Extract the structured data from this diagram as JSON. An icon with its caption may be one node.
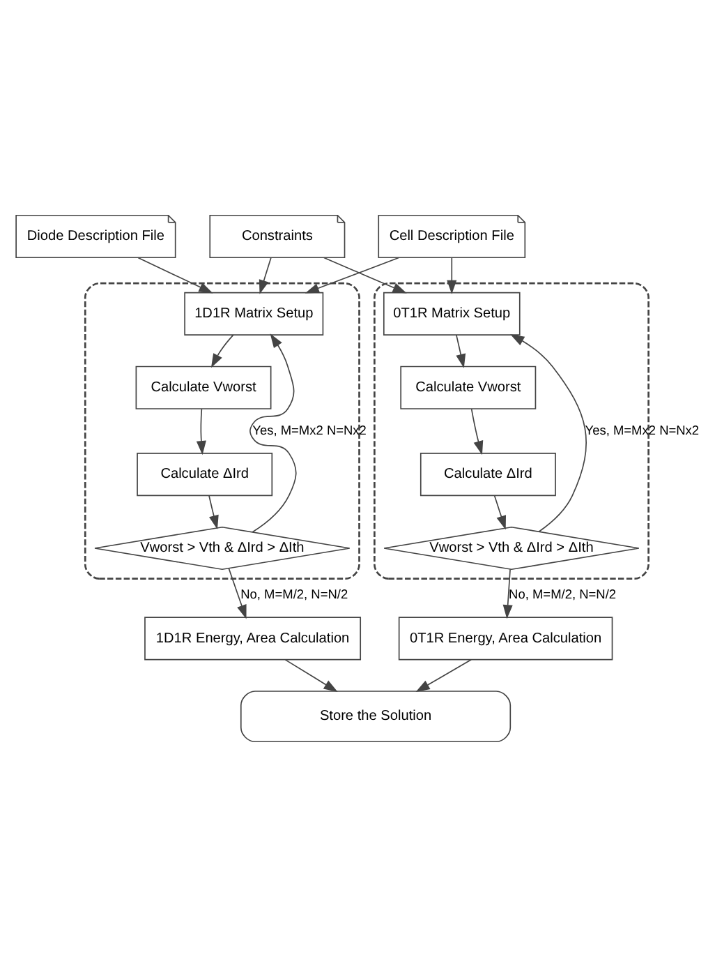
{
  "diagram": {
    "nodes": [
      {
        "text": [
          "Cell Description File"
        ]
      },
      {
        "text": [
          "Constraints"
        ]
      },
      {
        "text": [
          "Diode Description File"
        ]
      },
      {
        "text": [],
        "shape": "box"
      },
      {
        "text": [
          "0T1R Matrix Setup"
        ],
        "in": 3
      },
      {
        "text": [
          "Calculate Vworst"
        ],
        "in": 3
      },
      {
        "text": [
          "Calculate ΔIrd"
        ],
        "in": 3
      },
      {
        "text": [
          "Vworst > Vth & ΔIrd > ΔIth"
        ],
        "in": 3
      },
      {
        "text": [],
        "shape": "box"
      },
      {
        "text": [
          "1D1R Matrix Setup"
        ],
        "in": 8
      },
      {
        "text": [
          "Calculate Vworst"
        ],
        "in": 8
      },
      {
        "text": [
          "Calculate ΔIrd"
        ],
        "in": 8
      },
      {
        "text": [
          "Vworst > Vth & ΔIrd > ΔIth"
        ],
        "in": 8
      },
      {
        "text": [
          "0T1R Energy, Area Calculation"
        ]
      },
      {
        "text": [
          "1D1R Energy, Area Calculation"
        ]
      },
      {
        "text": [
          "Store the Solution"
        ]
      }
    ],
    "edges": [
      {
        "from": 0,
        "to": 4,
        "arrow": "to"
      },
      {
        "from": 1,
        "to": 4,
        "arrow": "to"
      },
      {
        "from": 0,
        "to": 9,
        "arrow": "to"
      },
      {
        "from": 1,
        "to": 9,
        "arrow": "to"
      },
      {
        "from": 2,
        "to": 9,
        "arrow": "to"
      },
      {
        "from": 4,
        "to": 5,
        "arrow": "to"
      },
      {
        "from": 5,
        "to": 6,
        "arrow": "to"
      },
      {
        "from": 6,
        "to": 7,
        "arrow": "to"
      },
      {
        "from": 7,
        "to": 4,
        "arrow": "to",
        "label": "Yes, M=Mx2 N=Nx2"
      },
      {
        "from": 7,
        "to": 13,
        "arrow": "to",
        "label": "No, M=M/2, N=N/2"
      },
      {
        "from": 9,
        "to": 10,
        "arrow": "to"
      },
      {
        "from": 10,
        "to": 11,
        "arrow": "to"
      },
      {
        "from": 11,
        "to": 12,
        "arrow": "to"
      },
      {
        "from": 12,
        "to": 9,
        "arrow": "to",
        "label": "Yes, M=Mx2 N=Nx2"
      },
      {
        "from": 12,
        "to": 14,
        "arrow": "to",
        "label": "No, M=M/2, N=N/2"
      },
      {
        "from": 13,
        "to": 15,
        "arrow": "to"
      },
      {
        "from": 14,
        "to": 15,
        "arrow": "to"
      }
    ]
  }
}
